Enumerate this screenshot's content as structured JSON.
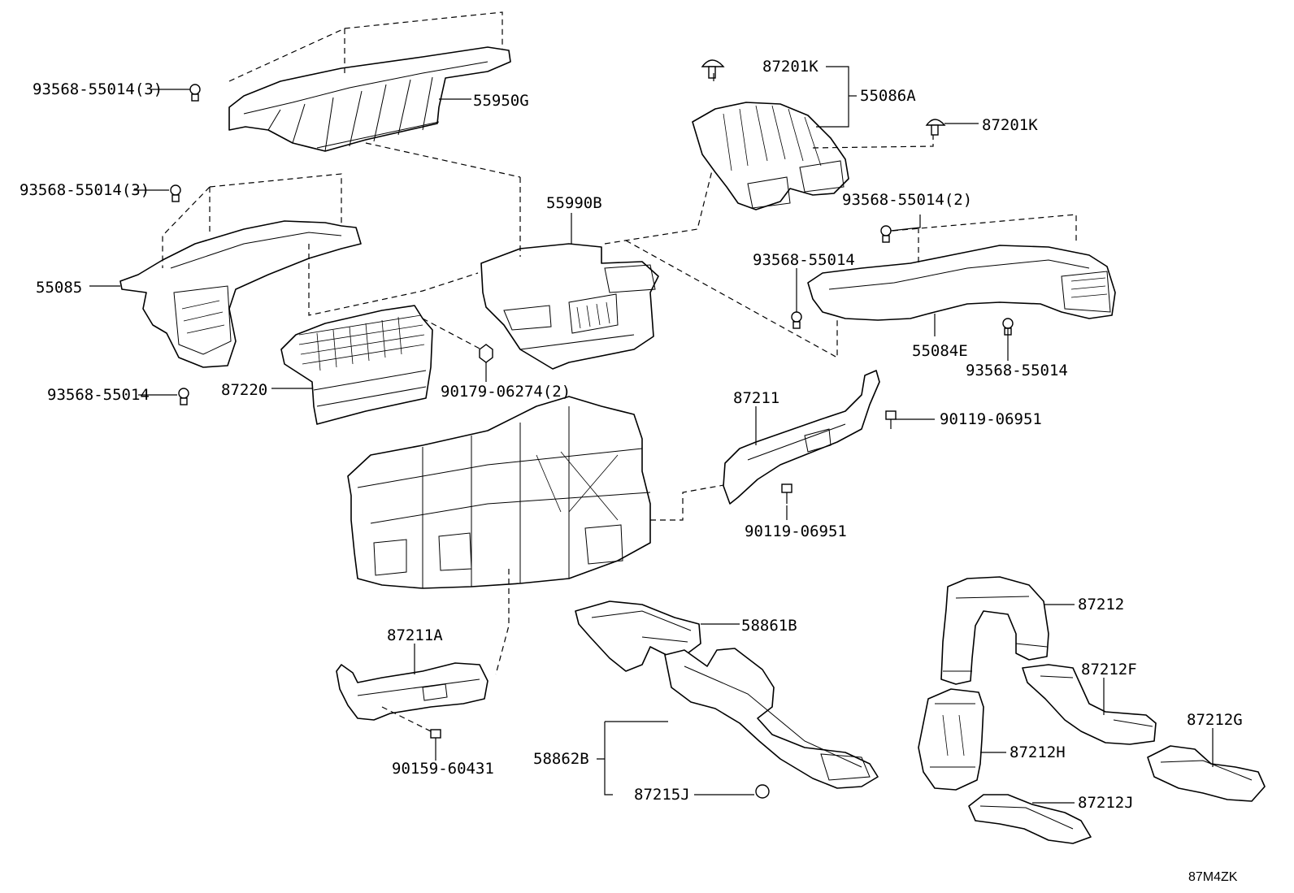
{
  "diagram_code": "87M4ZK",
  "labels": {
    "p93568_55014_3_a": "93568-55014(3)",
    "p55950G": "55950G",
    "p93568_55014_3_b": "93568-55014(3)",
    "p55085": "55085",
    "p93568_55014_a": "93568-55014",
    "p87220": "87220",
    "p90179_06274_2": "90179-06274(2)",
    "p55990B": "55990B",
    "p87201K_a": "87201K",
    "p55086A": "55086A",
    "p87201K_b": "87201K",
    "p93568_55014_2": "93568-55014(2)",
    "p93568_55014_b": "93568-55014",
    "p55084E": "55084E",
    "p93568_55014_c": "93568-55014",
    "p87211": "87211",
    "p90119_06951_a": "90119-06951",
    "p90119_06951_b": "90119-06951",
    "p87211A": "87211A",
    "p90159_60431": "90159-60431",
    "p58861B": "58861B",
    "p58862B": "58862B",
    "p87215J": "87215J",
    "p87212": "87212",
    "p87212F": "87212F",
    "p87212G": "87212G",
    "p87212H": "87212H",
    "p87212J": "87212J"
  }
}
